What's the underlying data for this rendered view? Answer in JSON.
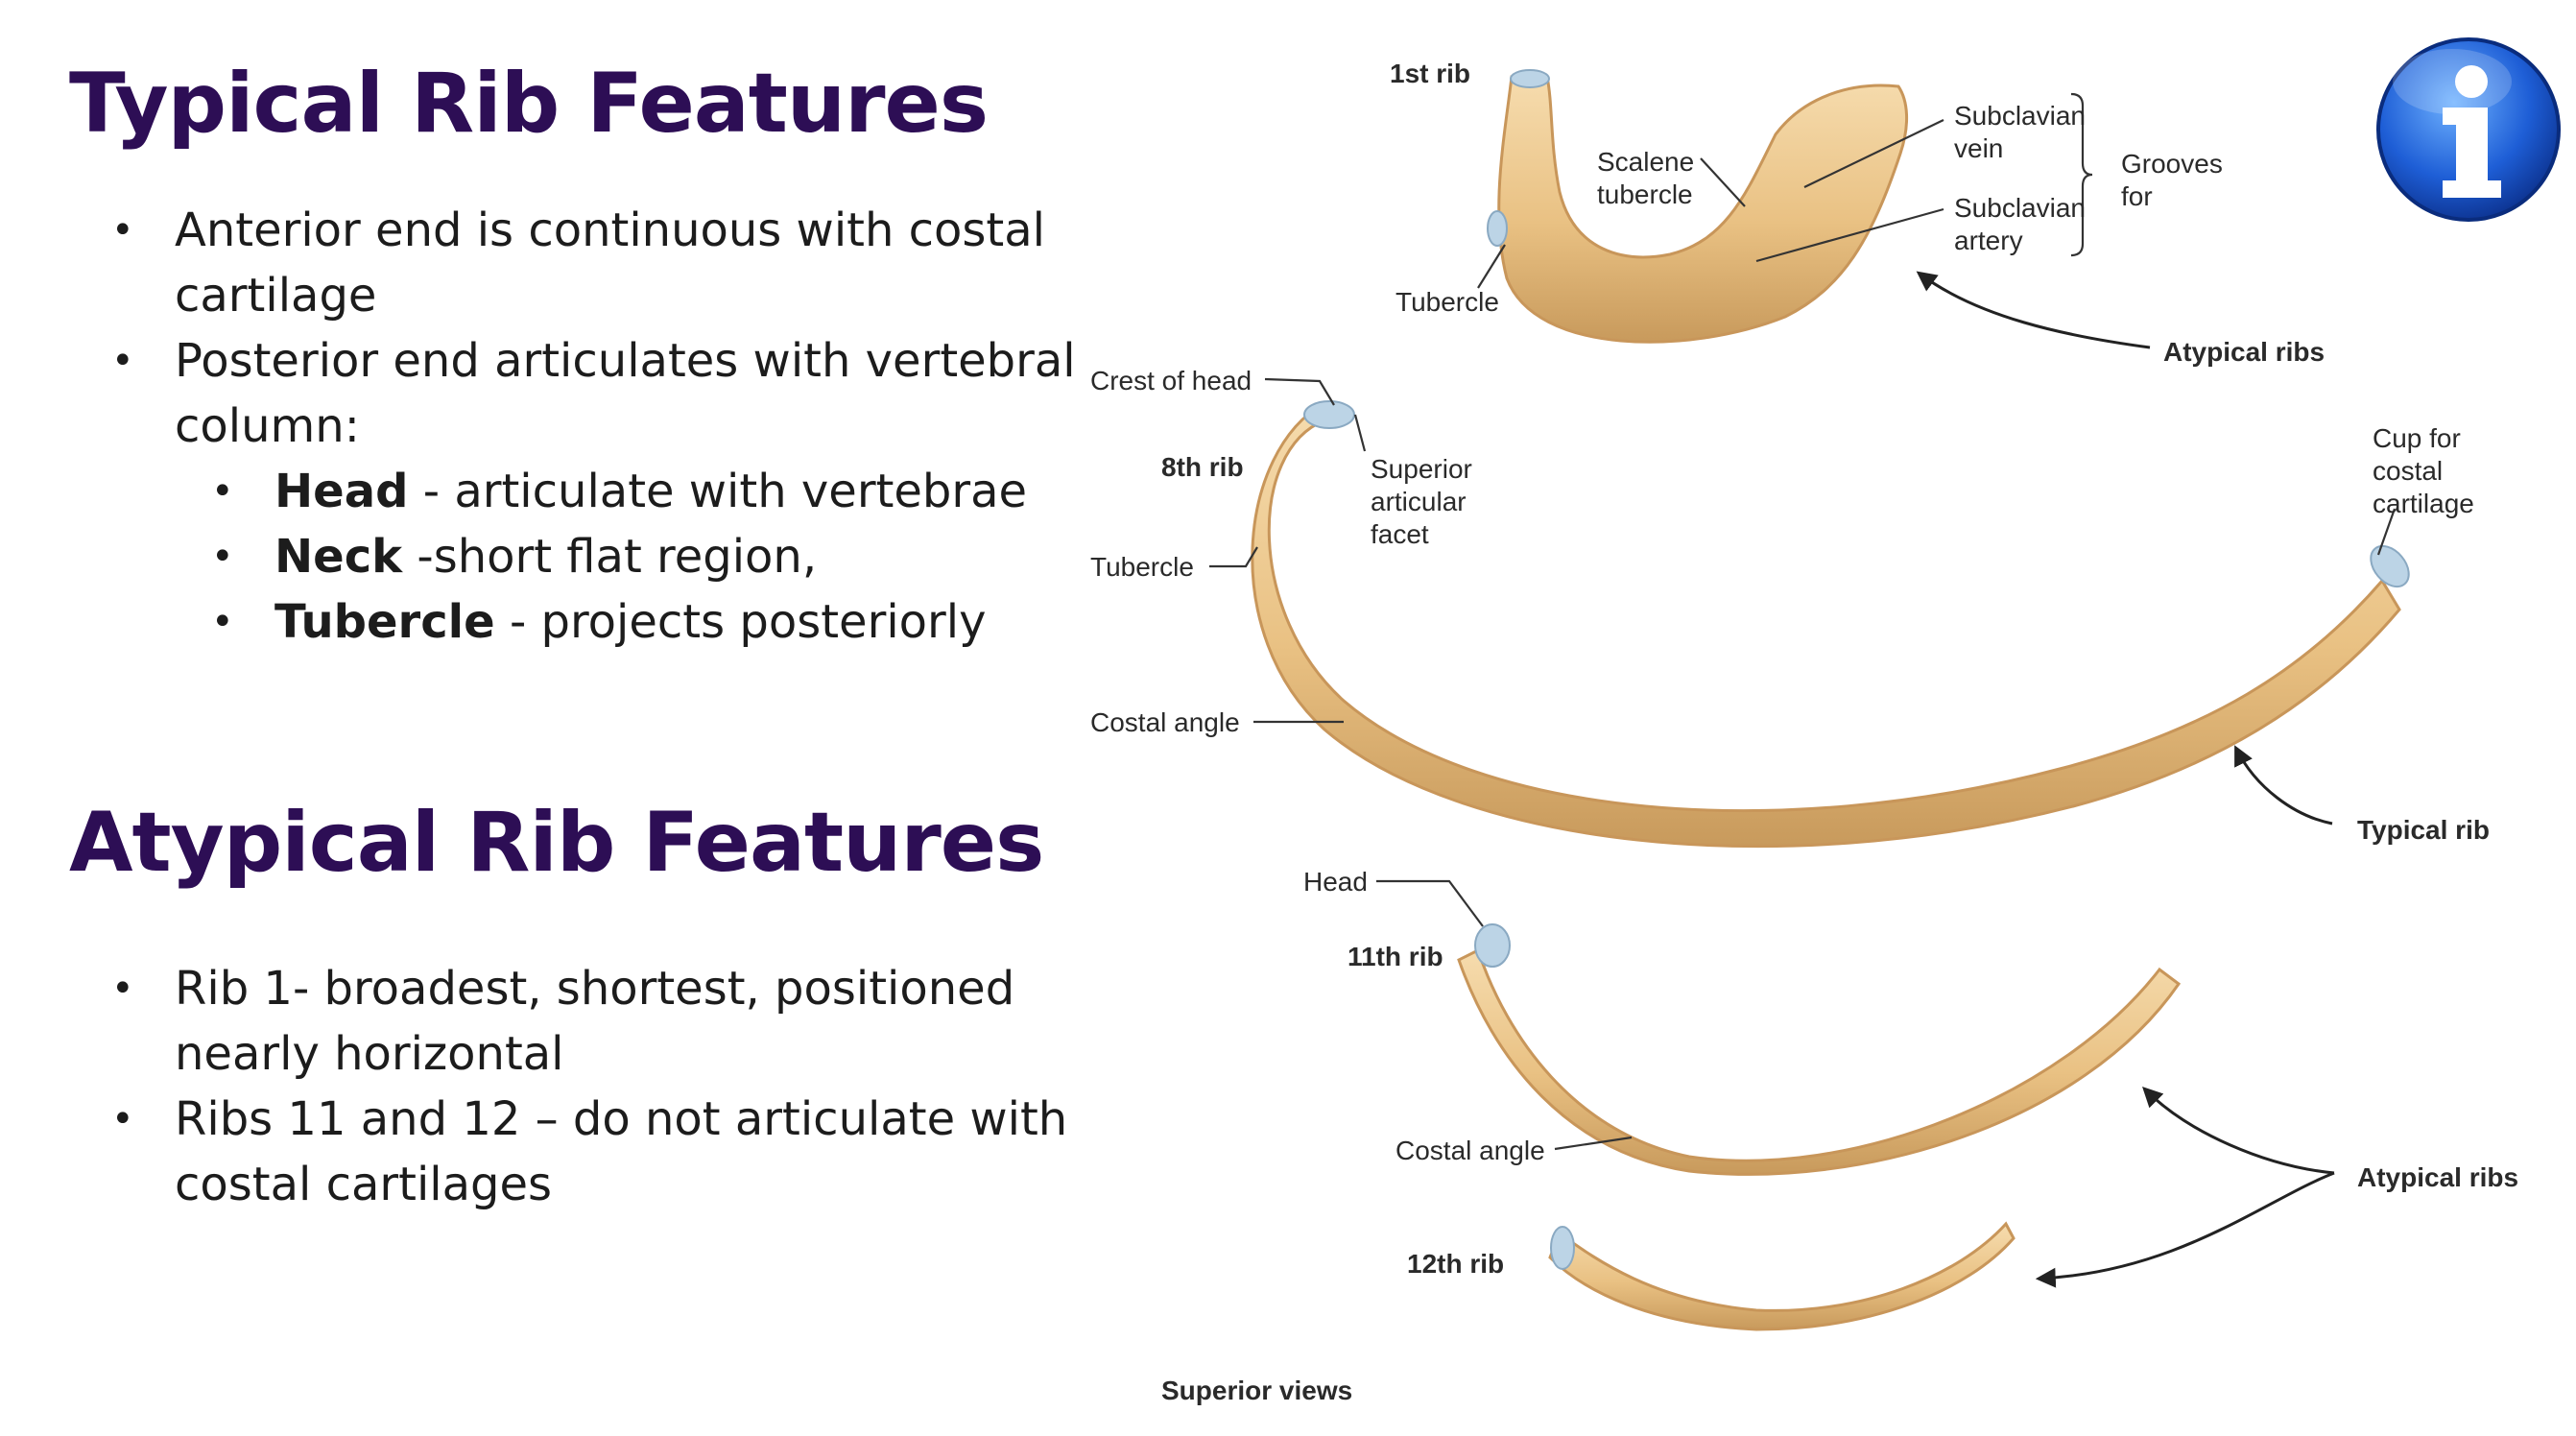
{
  "typical": {
    "heading": "Typical Rib Features",
    "bullet1": "Anterior end is continuous with costal cartilage",
    "bullet2": "Posterior end articulates with vertebral column:",
    "sub": [
      {
        "term": "Head",
        "text": " - articulate with vertebrae"
      },
      {
        "term": "Neck",
        "text": " -short flat region,"
      },
      {
        "term": "Tubercle",
        "text": " - projects posteriorly"
      }
    ]
  },
  "atypical": {
    "heading": "Atypical Rib Features",
    "bullet1": "Rib 1- broadest, shortest, positioned nearly horizontal",
    "bullet2": "Ribs 11 and 12 – do not articulate with costal cartilages"
  },
  "figure": {
    "first_rib": "1st rib",
    "scalene_l1": "Scalene",
    "scalene_l2": "tubercle",
    "tubercle_1": "Tubercle",
    "subclavian_vein_l1": "Subclavian",
    "subclavian_vein_l2": "vein",
    "subclavian_artery_l1": "Subclavian",
    "subclavian_artery_l2": "artery",
    "grooves_l1": "Grooves",
    "grooves_l2": "for",
    "atypical_ribs_top": "Atypical ribs",
    "crest_of_head": "Crest of head",
    "eighth_rib": "8th rib",
    "superior_l1": "Superior",
    "superior_l2": "articular",
    "superior_l3": "facet",
    "tubercle_8": "Tubercle",
    "costal_angle_8": "Costal angle",
    "cup_l1": "Cup for",
    "cup_l2": "costal",
    "cup_l3": "cartilage",
    "typical_rib": "Typical rib",
    "head": "Head",
    "eleventh_rib": "11th rib",
    "costal_angle_11": "Costal angle",
    "atypical_ribs_bottom": "Atypical ribs",
    "twelfth_rib": "12th rib",
    "superior_views": "Superior views"
  },
  "icon": {
    "name": "info-icon",
    "glyph": "i",
    "color": "#1e5ed6"
  },
  "colors": {
    "heading": "#2d0e55",
    "bone": "#ecc58c",
    "cartilage": "#b9d3e6"
  }
}
